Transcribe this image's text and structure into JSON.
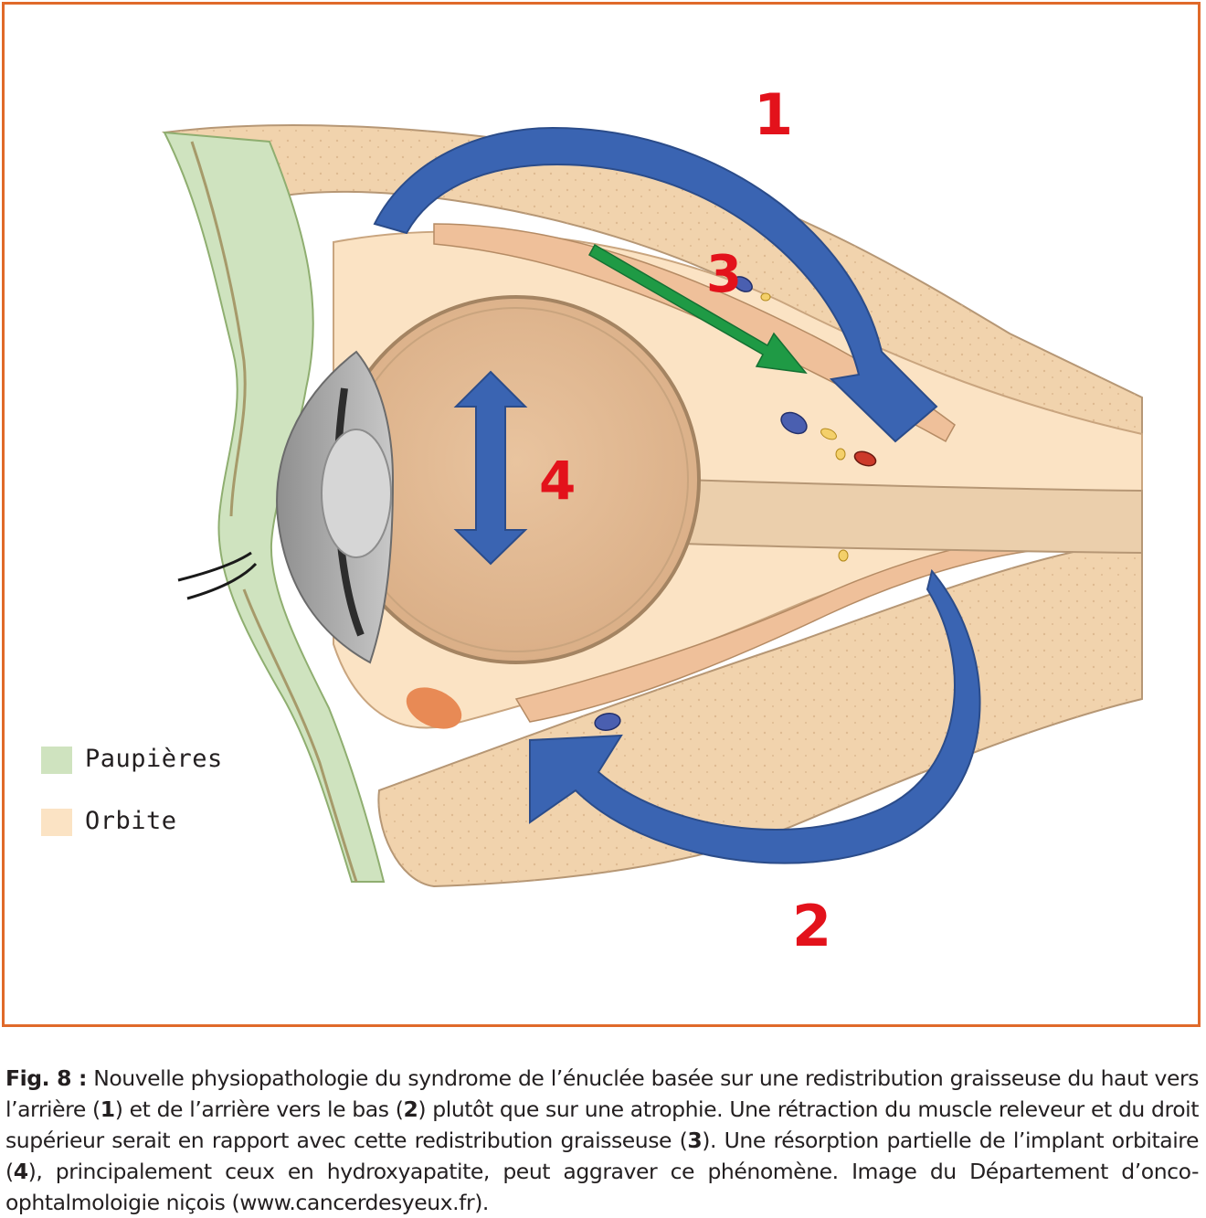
{
  "figure": {
    "markers": {
      "m1": "1",
      "m2": "2",
      "m3": "3",
      "m4": "4"
    },
    "legend": {
      "eyelids_label": "Paupières",
      "orbit_label": "Orbite"
    },
    "colors": {
      "frame": "#e06a2a",
      "marker": "#e3121b",
      "blue_arrow": "#3a64b2",
      "green_arrow": "#1f9a45",
      "eyelids": "#cfe3bf",
      "orbit": "#fbe3c4"
    }
  },
  "caption": {
    "fig_label": "Fig. 8 :",
    "t1": " Nouvelle physiopathologie du syndrome de l’énuclée basée sur une redistribution graisseuse du haut vers l’arrière (",
    "b1": "1",
    "t2": ") et de l’arrière vers le bas (",
    "b2": "2",
    "t3": ") plutôt que sur une atrophie. Une rétraction du muscle releveur et du droit supérieur serait en rapport avec cette redistribution graisseuse (",
    "b3": "3",
    "t4": "). Une résorption partielle de l’implant orbitaire (",
    "b4": "4",
    "t5": "), principalement ceux en hydroxyapatite, peut aggraver ce phénomène. Image du Département d’onco-ophtalmoloigie niçois (www.cancerdesyeux.fr)."
  }
}
